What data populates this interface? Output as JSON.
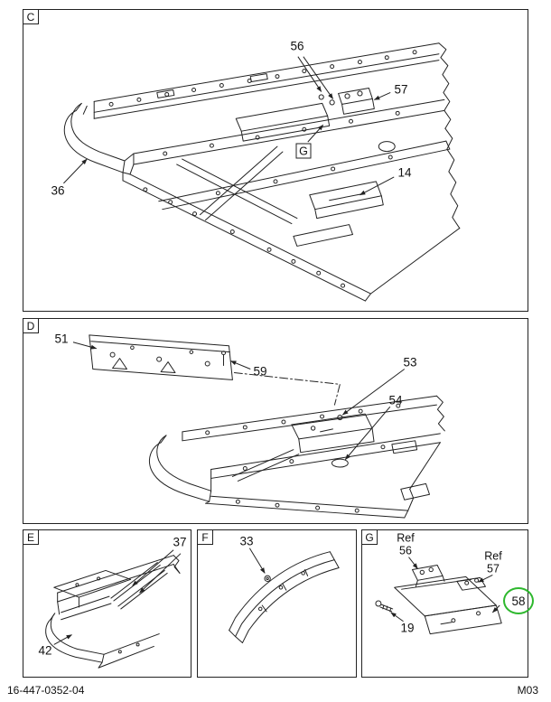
{
  "footer": {
    "doc_number": "16-447-0352-04",
    "page_code": "M03"
  },
  "colors": {
    "highlight": "#2eb82e",
    "ink": "#222222"
  },
  "panels": {
    "c": {
      "label": "C",
      "callouts": {
        "c56": "56",
        "c57": "57",
        "view_g": "G",
        "c14": "14",
        "c36": "36"
      }
    },
    "d": {
      "label": "D",
      "callouts": {
        "c51": "51",
        "c59": "59",
        "c53": "53",
        "c54": "54"
      }
    },
    "e": {
      "label": "E",
      "callouts": {
        "c37": "37",
        "c42": "42"
      }
    },
    "f": {
      "label": "F",
      "callouts": {
        "c33": "33"
      }
    },
    "g": {
      "label": "G",
      "callouts": {
        "ref56_prefix": "Ref",
        "ref56_num": "56",
        "ref57_prefix": "Ref",
        "ref57_num": "57",
        "c58": "58",
        "c19": "19"
      }
    }
  }
}
